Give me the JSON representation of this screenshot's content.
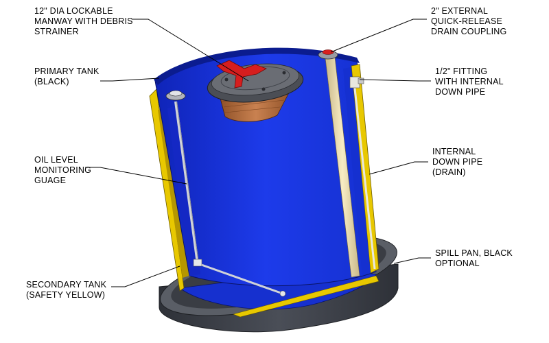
{
  "labels": {
    "manway": [
      "12\" DIA LOCKABLE",
      "MANWAY WITH DEBRIS",
      "STRAINER"
    ],
    "drain_coupling": [
      "2\" EXTERNAL",
      "QUICK-RELEASE",
      "DRAIN COUPLING"
    ],
    "primary_tank": [
      "PRIMARY TANK",
      "(BLACK)"
    ],
    "fitting": [
      "1/2\" FITTING",
      "WITH INTERNAL",
      "DOWN PIPE"
    ],
    "oil_gauge": [
      "OIL LEVEL",
      "MONITORING",
      "GUAGE"
    ],
    "down_pipe": [
      "INTERNAL",
      "DOWN PIPE",
      "(DRAIN)"
    ],
    "spill_pan": [
      "SPILL PAN, BLACK",
      "OPTIONAL"
    ],
    "secondary_tank": [
      "SECONDARY TANK",
      "(SAFETY YELLOW)"
    ]
  },
  "colors": {
    "primary_interior": "#1733e0",
    "secondary_tank": "#e8c800",
    "spill_pan": "#3c3f46",
    "manway_lid": "#5c5f66",
    "strainer": "#b8713e",
    "handle": "#d61e1e",
    "drain_pipe": "#efe0b0"
  }
}
